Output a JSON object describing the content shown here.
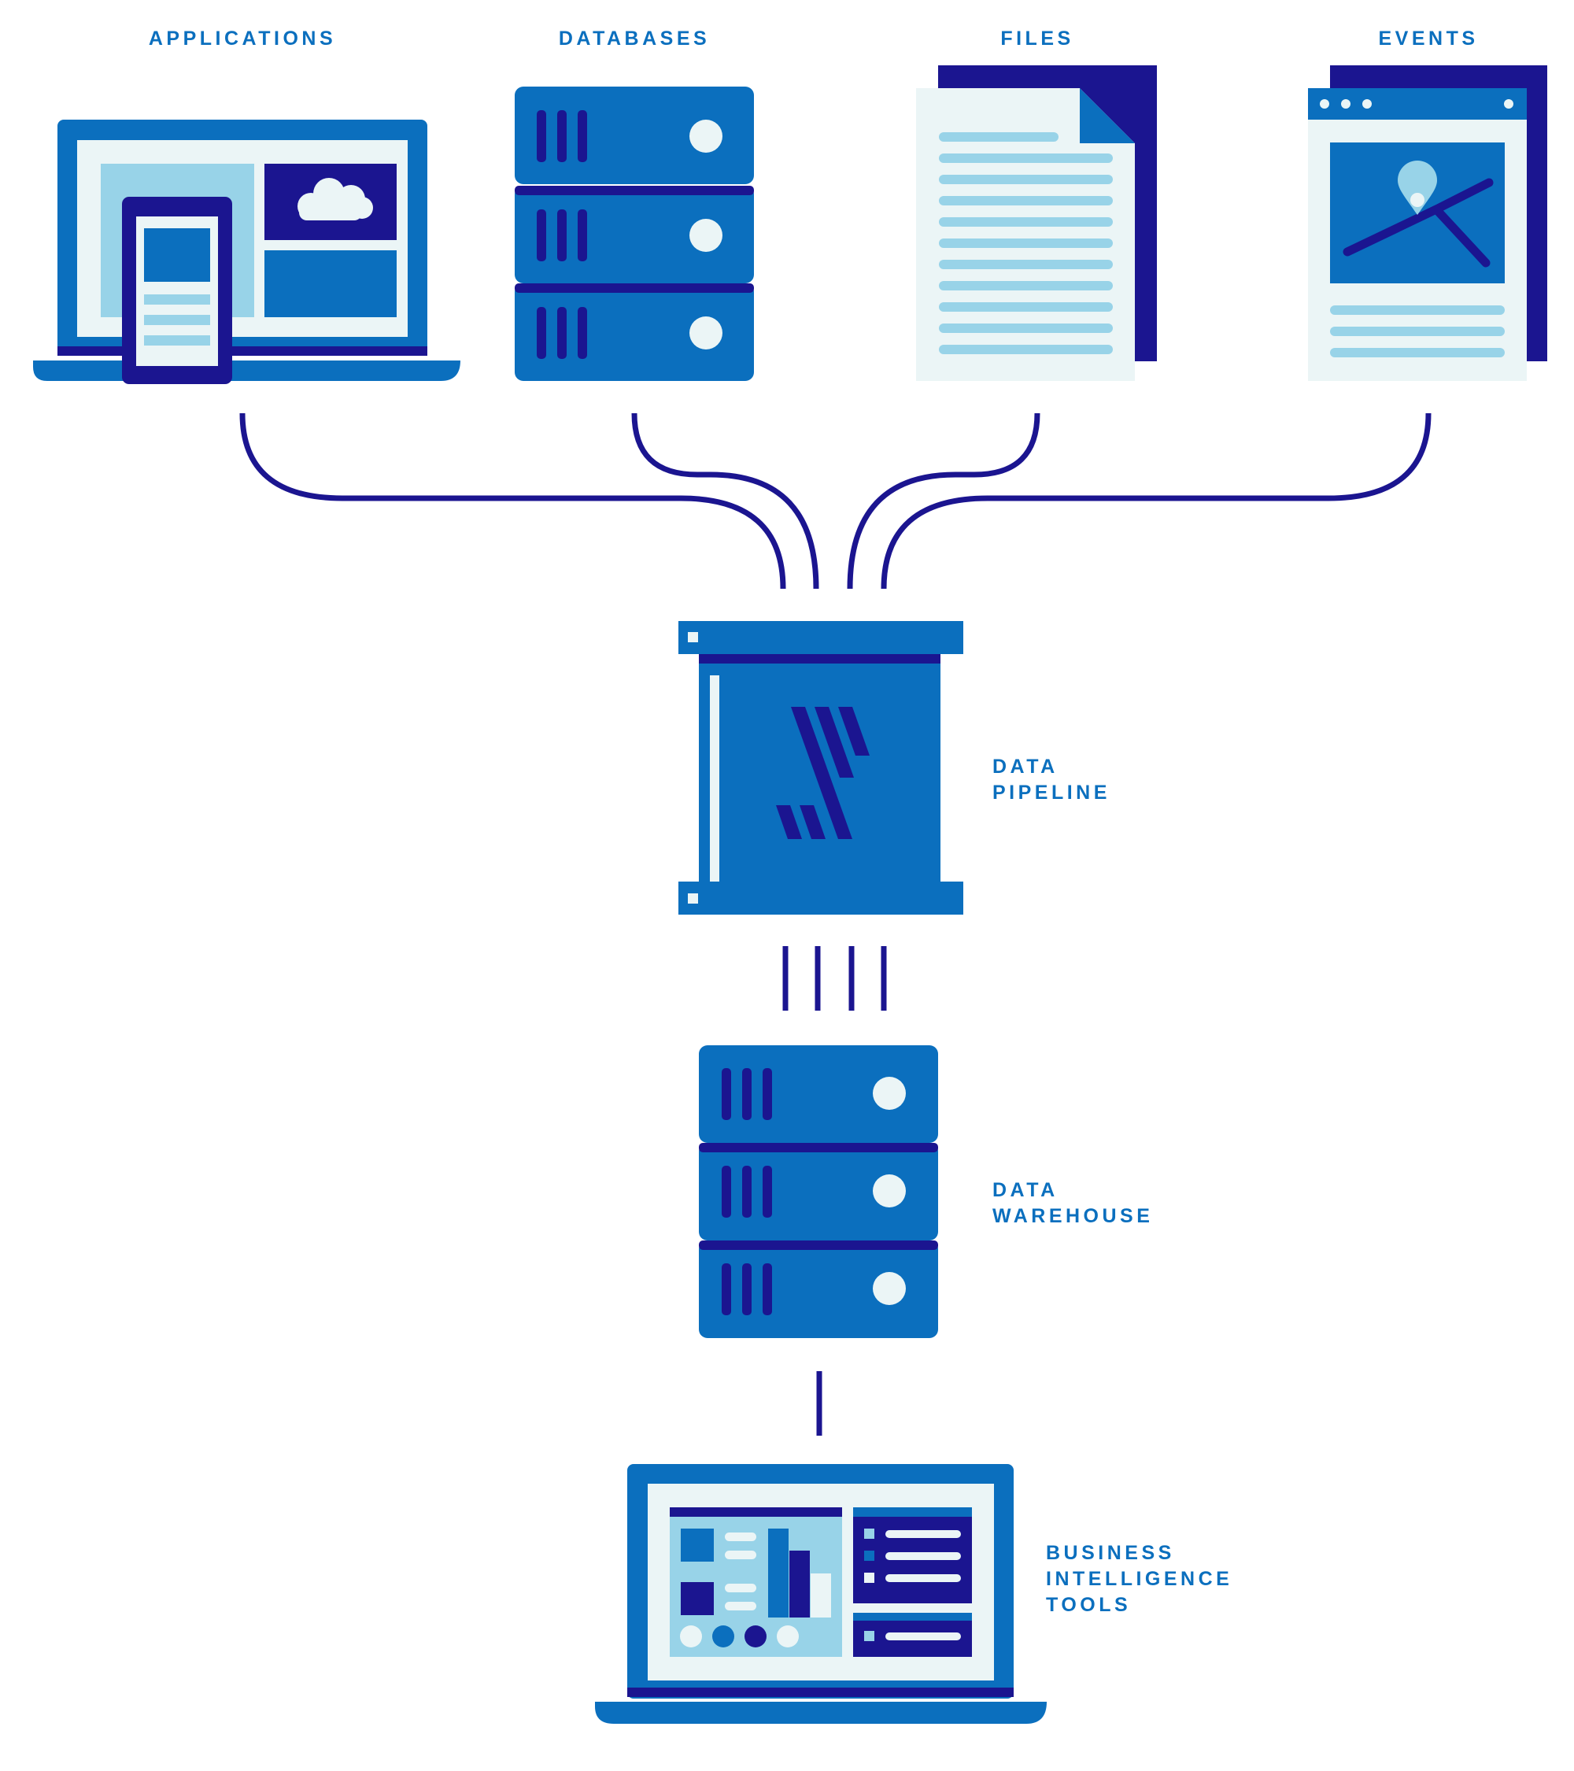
{
  "sources": [
    {
      "label": "APPLICATIONS",
      "icon": "laptop-with-phone-icon"
    },
    {
      "label": "DATABASES",
      "icon": "database-server-icon"
    },
    {
      "label": "FILES",
      "icon": "document-file-icon"
    },
    {
      "label": "EVENTS",
      "icon": "browser-map-event-icon"
    }
  ],
  "pipeline": {
    "label_line1": "DATA",
    "label_line2": "PIPELINE",
    "icon": "pipeline-logo-icon"
  },
  "warehouse": {
    "label_line1": "DATA",
    "label_line2": "WAREHOUSE",
    "icon": "database-server-icon"
  },
  "bi_tools": {
    "label_line1": "BUSINESS",
    "label_line2": "INTELLIGENCE",
    "label_line3": "TOOLS",
    "icon": "laptop-dashboard-icon"
  },
  "colors": {
    "primary_blue": "#0b6fbe",
    "dark_navy": "#1b1590",
    "light_blue": "#98d3e8",
    "pale": "#ebf5f6",
    "white": "#ffffff"
  }
}
